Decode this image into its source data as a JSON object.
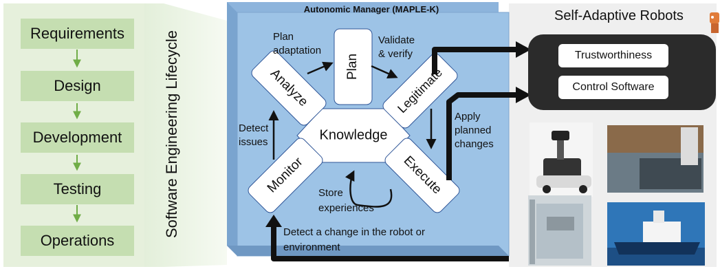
{
  "sdlc": {
    "steps": [
      "Requirements",
      "Design",
      "Development",
      "Testing",
      "Operations"
    ],
    "vertical_label": "Software Engineering Lifecycle"
  },
  "manager": {
    "title": "Autonomic Manager (MAPLE-K)",
    "plan": "Plan",
    "analyze": "Analyze",
    "legitimate": "Legitimate",
    "execute": "Execute",
    "monitor": "Monitor",
    "knowledge": "Knowledge",
    "plan_adaptation": "Plan\nadaptation",
    "validate_verify": "Validate\n& verify",
    "detect_issues": "Detect\nissues",
    "store_experiences": "Store\nexperiences",
    "apply_changes": "Apply\nplanned\nchanges"
  },
  "robots": {
    "title": "Self-Adaptive Robots",
    "trustworthiness": "Trustworthiness",
    "control_software": "Control Software"
  },
  "feedback": "Detect a change in the robot or\nenvironment",
  "colors": {
    "sdlc_bg": "#e6f0dc",
    "sdlc_box": "#c5deb1",
    "arrow_green": "#70ad47",
    "manager_fill": "#9dc3e6",
    "dark_panel": "#2b2b2b",
    "robots_bg": "#efefef"
  }
}
